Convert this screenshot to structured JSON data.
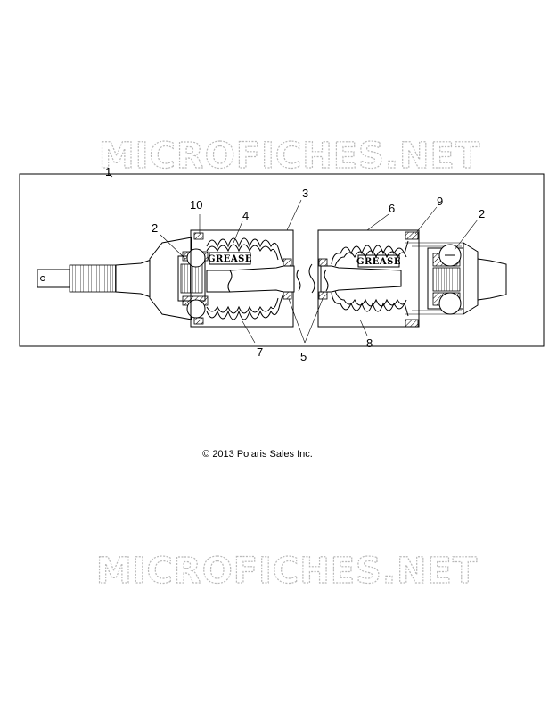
{
  "watermark": {
    "text": "MICROFICHES.NET"
  },
  "assembly": {
    "callouts": [
      {
        "id": "c1",
        "label": "1"
      },
      {
        "id": "c2a",
        "label": "2"
      },
      {
        "id": "c10",
        "label": "10"
      },
      {
        "id": "c4",
        "label": "4"
      },
      {
        "id": "c3",
        "label": "3"
      },
      {
        "id": "c6",
        "label": "6"
      },
      {
        "id": "c9",
        "label": "9"
      },
      {
        "id": "c2b",
        "label": "2"
      },
      {
        "id": "c7",
        "label": "7"
      },
      {
        "id": "c5",
        "label": "5"
      },
      {
        "id": "c8",
        "label": "8"
      }
    ],
    "grease_labels": [
      "GREASE",
      "GREASE"
    ]
  },
  "copyright": "© 2013 Polaris Sales Inc."
}
